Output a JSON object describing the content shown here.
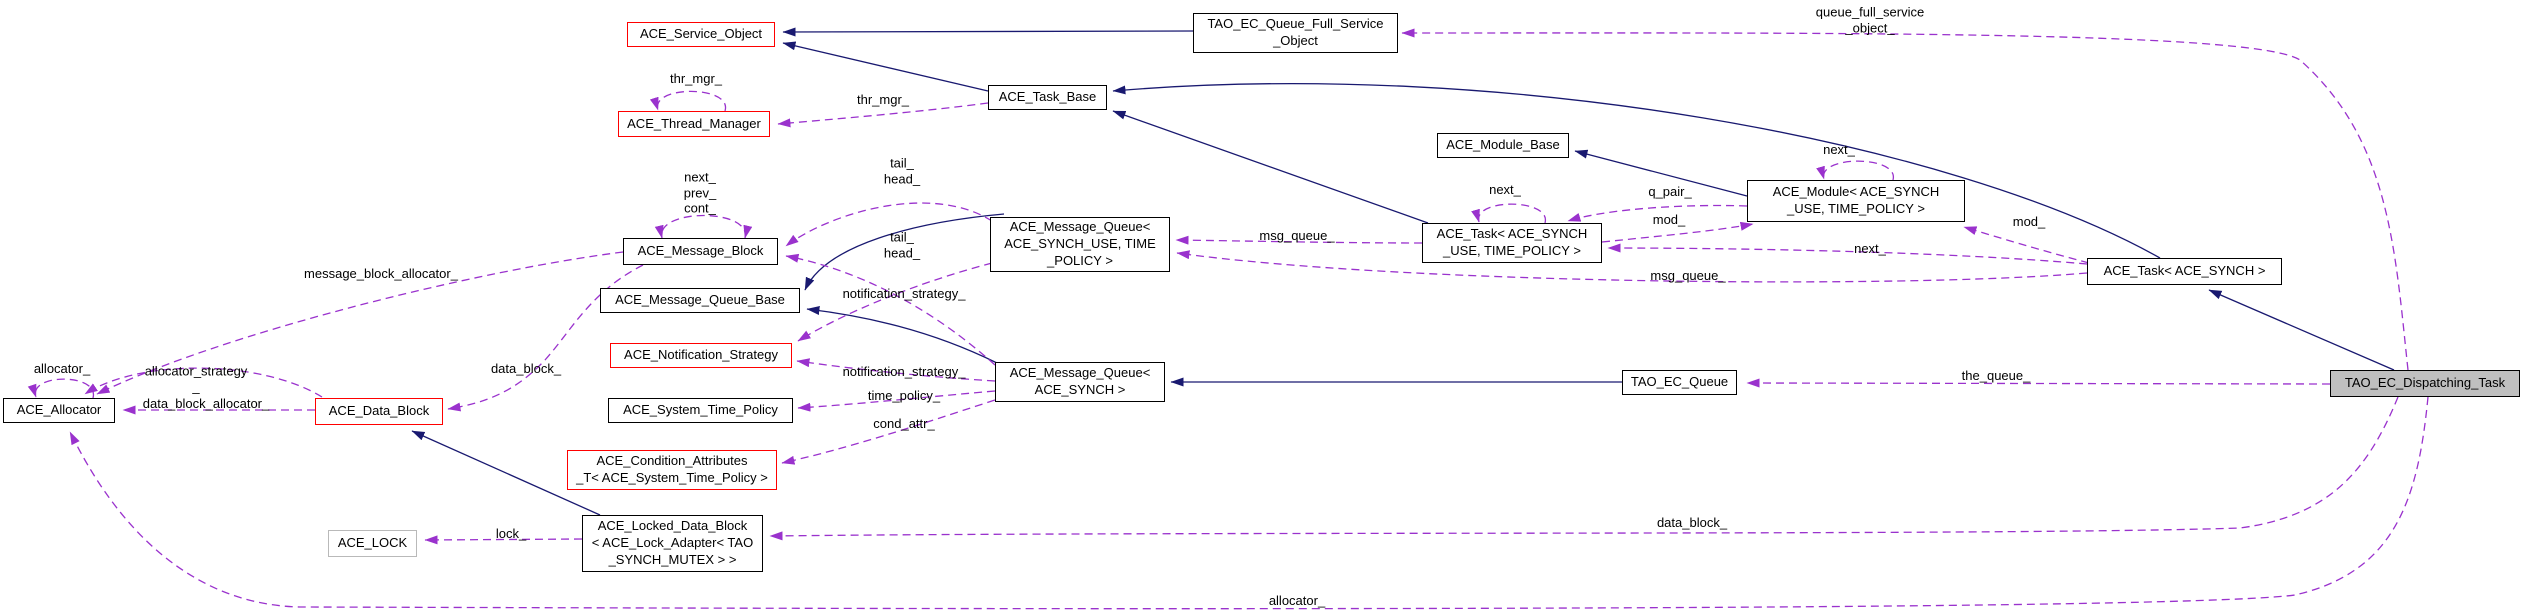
{
  "diagram": {
    "kind": "class-collaboration-graph",
    "colors": {
      "background": "#ffffff",
      "inheritance_edge": "#191970",
      "usage_edge": "#9a32cd",
      "node_border": "#000000",
      "node_border_highlight": "#ff0000",
      "node_border_undocumented": "#b9b9b9",
      "current_node_fill": "#bfbfbf",
      "text": "#000000"
    },
    "nodes": {
      "service_object": {
        "label": "ACE_Service_Object",
        "style": "red"
      },
      "queue_full_service_object": {
        "label": "TAO_EC_Queue_Full_Service\n_Object",
        "style": "normal"
      },
      "thread_manager": {
        "label": "ACE_Thread_Manager",
        "style": "red"
      },
      "task_base": {
        "label": "ACE_Task_Base",
        "style": "normal"
      },
      "module_base": {
        "label": "ACE_Module_Base",
        "style": "normal"
      },
      "module": {
        "label": "ACE_Module< ACE_SYNCH\n_USE, TIME_POLICY >",
        "style": "normal"
      },
      "task_synch_use": {
        "label": "ACE_Task< ACE_SYNCH\n_USE, TIME_POLICY >",
        "style": "normal"
      },
      "task_synch": {
        "label": "ACE_Task< ACE_SYNCH >",
        "style": "normal"
      },
      "mq_synch_use": {
        "label": "ACE_Message_Queue<\nACE_SYNCH_USE, TIME\n_POLICY >",
        "style": "normal"
      },
      "message_block": {
        "label": "ACE_Message_Block",
        "style": "normal"
      },
      "mq_base": {
        "label": "ACE_Message_Queue_Base",
        "style": "normal"
      },
      "notification_strategy": {
        "label": "ACE_Notification_Strategy",
        "style": "red"
      },
      "mq_synch": {
        "label": "ACE_Message_Queue<\nACE_SYNCH >",
        "style": "normal"
      },
      "ec_queue": {
        "label": "TAO_EC_Queue",
        "style": "normal"
      },
      "dispatching_task": {
        "label": "TAO_EC_Dispatching_Task",
        "style": "current"
      },
      "system_time_policy": {
        "label": "ACE_System_Time_Policy",
        "style": "normal"
      },
      "condition_attributes": {
        "label": "ACE_Condition_Attributes\n_T< ACE_System_Time_Policy >",
        "style": "red"
      },
      "allocator": {
        "label": "ACE_Allocator",
        "style": "normal"
      },
      "data_block": {
        "label": "ACE_Data_Block",
        "style": "red"
      },
      "lock": {
        "label": "ACE_LOCK",
        "style": "gray"
      },
      "locked_data_block": {
        "label": "ACE_Locked_Data_Block\n< ACE_Lock_Adapter< TAO\n_SYNCH_MUTEX > >",
        "style": "normal"
      }
    },
    "edge_labels": {
      "queue_full_service_object": {
        "text": "queue_full_service\n_object_"
      },
      "thr_mgr_self": {
        "text": "thr_mgr_"
      },
      "thr_mgr": {
        "text": "thr_mgr_"
      },
      "next_module": {
        "text": "next_"
      },
      "q_pair": {
        "text": "q_pair_"
      },
      "mod_task_use": {
        "text": "mod_"
      },
      "mod_task_synch": {
        "text": "mod_"
      },
      "next_task_use": {
        "text": "next_"
      },
      "next_task_synch": {
        "text": "next_"
      },
      "msg_queue_1": {
        "text": "msg_queue_"
      },
      "msg_queue_2": {
        "text": "msg_queue_"
      },
      "next_prev_cont": {
        "text": "next_\nprev_\ncont_"
      },
      "tail_head_1": {
        "text": "tail_\nhead_"
      },
      "tail_head_2": {
        "text": "tail_\nhead_"
      },
      "notification_strategy_1": {
        "text": "notification_strategy_"
      },
      "notification_strategy_2": {
        "text": "notification_strategy_"
      },
      "time_policy": {
        "text": "time_policy_"
      },
      "cond_attr": {
        "text": "cond_attr_"
      },
      "message_block_allocator": {
        "text": "message_block_allocator_"
      },
      "data_block_1": {
        "text": "data_block_"
      },
      "allocator_strategy": {
        "text": "allocator_strategy\n_"
      },
      "data_block_allocator": {
        "text": "data_block_allocator_"
      },
      "allocator_self": {
        "text": "allocator_"
      },
      "lock": {
        "text": "lock_"
      },
      "data_block_2": {
        "text": "data_block_"
      },
      "allocator_bottom": {
        "text": "allocator_"
      },
      "the_queue": {
        "text": "the_queue_"
      }
    }
  }
}
